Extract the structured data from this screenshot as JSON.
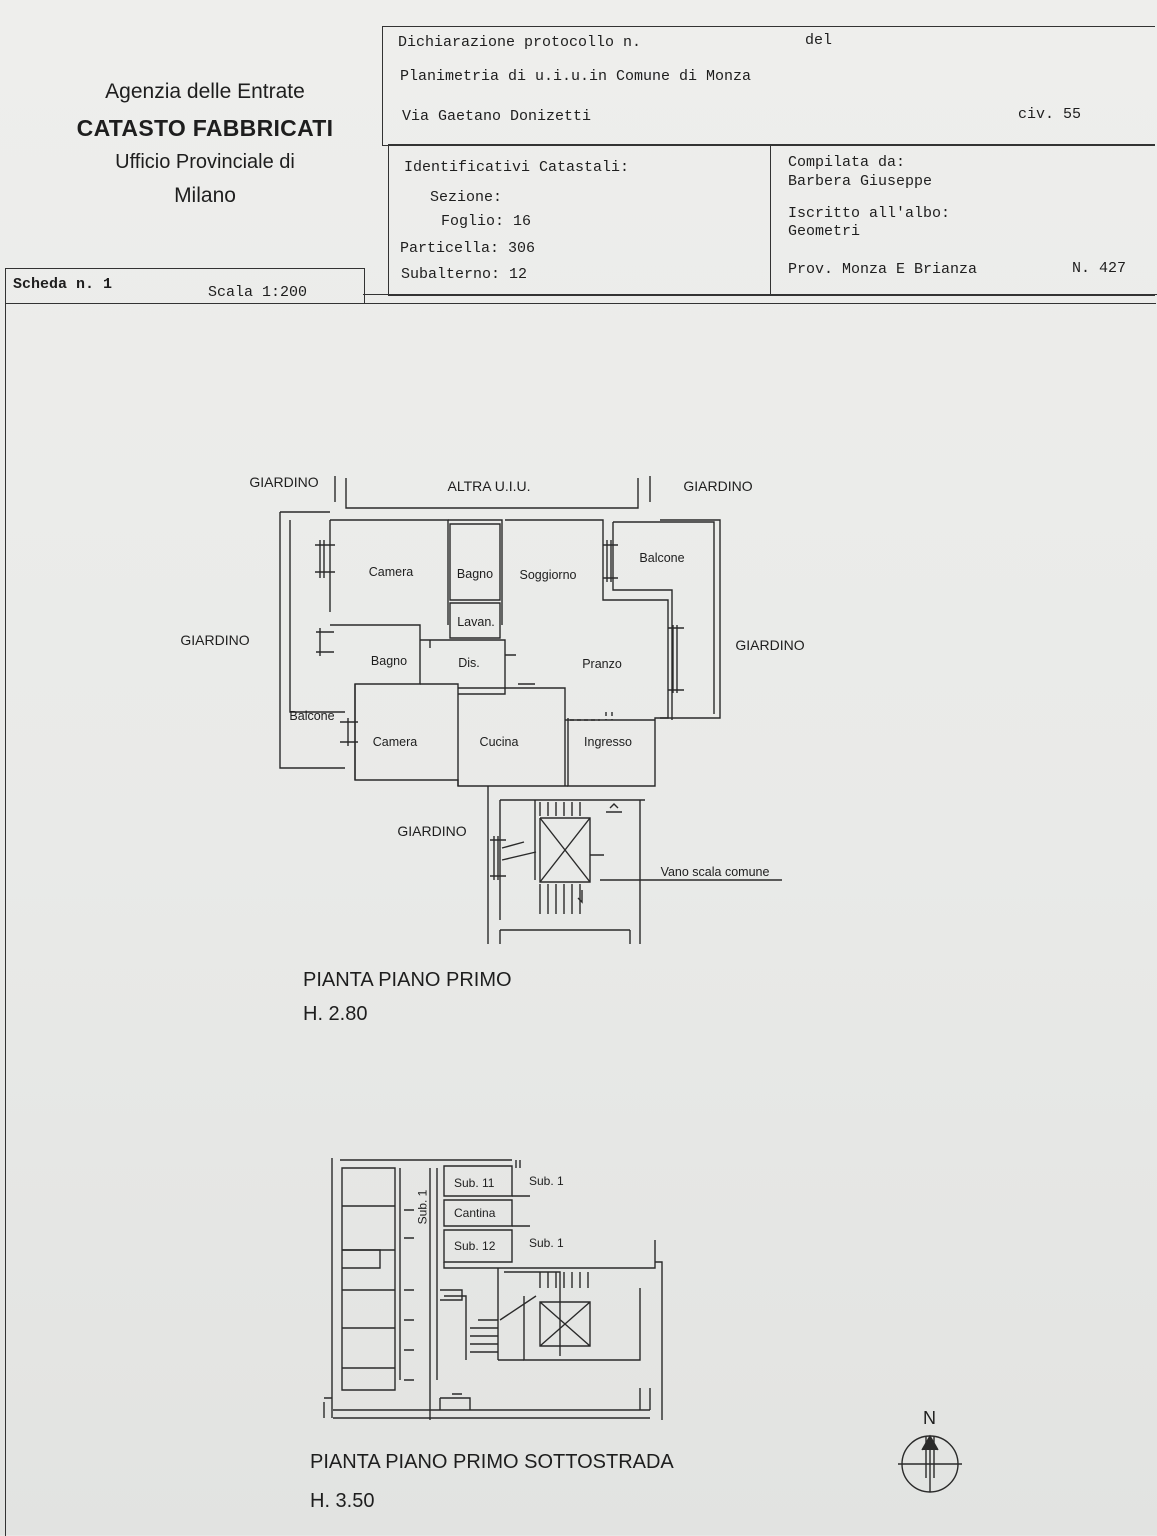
{
  "agency": {
    "line1": "Agenzia delle Entrate",
    "line2": "CATASTO FABBRICATI",
    "line3": "Ufficio Provinciale di",
    "line4": "Milano"
  },
  "header": {
    "dichiarazione": "Dichiarazione protocollo n.",
    "del": "del",
    "planimetria": "Planimetria di u.i.u.in Comune di Monza",
    "via": "Via Gaetano Donizetti",
    "civ": "civ. 55",
    "identificativi": "Identificativi Catastali:",
    "sezione": "Sezione:",
    "foglio": "Foglio: 16",
    "particella": "Particella: 306",
    "subalterno": "Subalterno: 12",
    "compilata": "Compilata da:",
    "compilatore": "Barbera Giuseppe",
    "iscritto": "Iscritto all'albo:",
    "albo": "Geometri",
    "prov": "Prov. Monza E Brianza",
    "numero": "N. 427"
  },
  "scheda": {
    "label": "Scheda n. 1",
    "scala": "Scala 1:200"
  },
  "plan_first": {
    "surroundings": {
      "giardino_nw": "GIARDINO",
      "altra": "ALTRA U.I.U.",
      "giardino_ne": "GIARDINO",
      "giardino_w": "GIARDINO",
      "giardino_e": "GIARDINO",
      "giardino_s": "GIARDINO",
      "vano_scala": "Vano scala comune"
    },
    "rooms": {
      "camera1": "Camera",
      "bagno1": "Bagno",
      "soggiorno": "Soggiorno",
      "balcone_e": "Balcone",
      "lavan": "Lavan.",
      "bagno2": "Bagno",
      "dis": "Dis.",
      "pranzo": "Pranzo",
      "balcone_w": "Balcone",
      "camera2": "Camera",
      "cucina": "Cucina",
      "ingresso": "Ingresso"
    },
    "title": "PIANTA PIANO  PRIMO",
    "height": "H. 2.80"
  },
  "plan_basement": {
    "sub11": "Sub. 11",
    "sub1_top": "Sub. 1",
    "cantina": "Cantina",
    "sub12": "Sub. 12",
    "sub1_mid": "Sub. 1",
    "sub1_vertical": "Sub. 1",
    "title": "PIANTA PIANO PRIMO SOTTOSTRADA",
    "height": "H. 3.50"
  },
  "compass": {
    "north": "N"
  }
}
